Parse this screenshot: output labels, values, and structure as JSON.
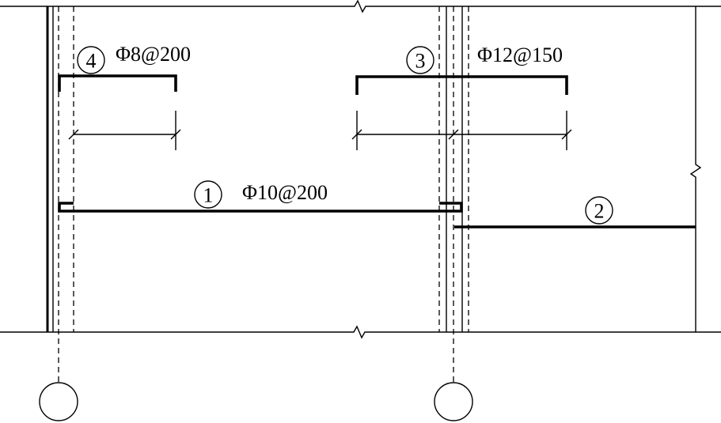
{
  "bars": [
    {
      "mark": "1",
      "spec": "Φ10@200"
    },
    {
      "mark": "2",
      "spec": ""
    },
    {
      "mark": "3",
      "spec": "Φ12@150"
    },
    {
      "mark": "4",
      "spec": "Φ8@200"
    }
  ],
  "colors": {
    "ink": "#000000",
    "paper": "#ffffff"
  }
}
